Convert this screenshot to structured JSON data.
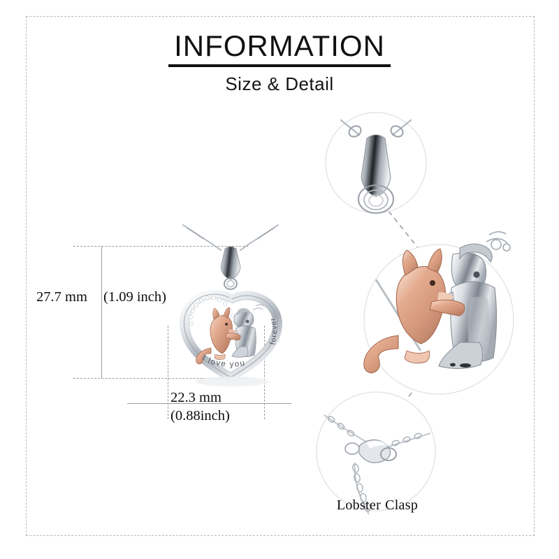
{
  "header": {
    "title": "INFORMATION",
    "subtitle": "Size & Detail"
  },
  "measurements": {
    "height": {
      "mm": "27.7 mm",
      "inch": "(1.09 inch)"
    },
    "width": {
      "mm": "22.3 mm",
      "inch": "(0.88inch)"
    }
  },
  "callouts": {
    "clasp_label_part1": "Lobster",
    "clasp_label_part2": "Clasp"
  },
  "engraving": {
    "line_front": "I love you",
    "line_curve": "forever"
  },
  "colors": {
    "frame": "#b9b9bd",
    "guide": "#9a9a9e",
    "text": "#0d0d0d",
    "silver_light": "#f2f3f5",
    "silver_mid": "#c8ccd2",
    "silver_dark": "#6f757e",
    "rose_gold_light": "#f0c4ad",
    "rose_gold_mid": "#d79madd",
    "rose_gold_dark": "#b5785f",
    "circle_outline": "#dcdcde"
  }
}
